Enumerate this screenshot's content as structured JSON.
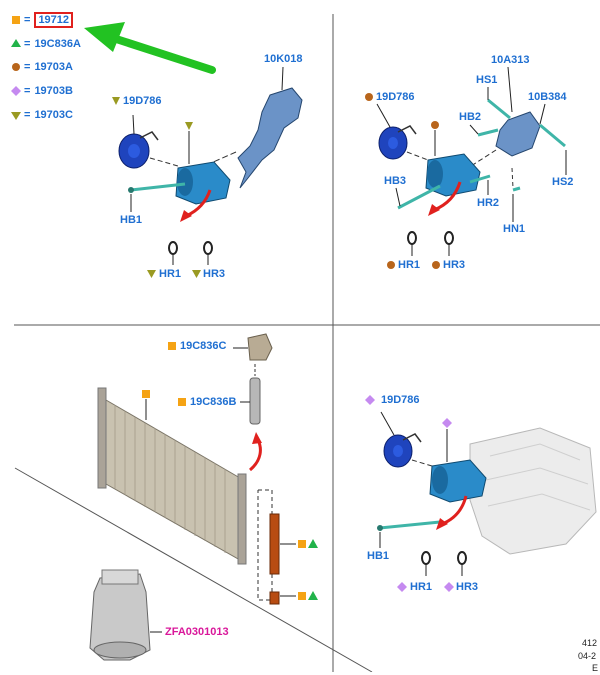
{
  "legend": {
    "items": [
      {
        "symbol": "square-orange",
        "code": "19712",
        "highlighted": true
      },
      {
        "symbol": "triangle-green",
        "code": "19C836A"
      },
      {
        "symbol": "circle-brown",
        "code": "19703A"
      },
      {
        "symbol": "diamond-purple",
        "code": "19703B"
      },
      {
        "symbol": "triangle-olive",
        "code": "19703C"
      }
    ],
    "equals": "="
  },
  "panel1": {
    "clutch": "19D786",
    "bracket": "10K018",
    "bolt": "HB1",
    "hr1": "HR1",
    "hr3": "HR3"
  },
  "panel2": {
    "clutch": "19D786",
    "bracket": "10A313",
    "bracket2": "10B384",
    "hs1": "HS1",
    "hs2": "HS2",
    "hb2": "HB2",
    "hb3": "HB3",
    "hr2": "HR2",
    "hn1": "HN1",
    "hr1": "HR1",
    "hr3": "HR3"
  },
  "panel3": {
    "cap": "19C836C",
    "drier": "19C836B",
    "tank": "ZFA0301013"
  },
  "panel4": {
    "clutch": "19D786",
    "bolt": "HB1",
    "hr1": "HR1",
    "hr3": "HR3"
  },
  "footer": {
    "line1": "412",
    "line2": "04-2",
    "line3": "E"
  },
  "colors": {
    "label_blue": "#1f6fd1",
    "highlight_red": "#e0211e",
    "arrow_green": "#22c222",
    "sym_orange": "#f5a314",
    "sym_green": "#22b34a",
    "sym_brown": "#b8651b",
    "sym_purple": "#c58af0",
    "sym_olive": "#9a9a22",
    "tank_magenta": "#d9179a"
  }
}
